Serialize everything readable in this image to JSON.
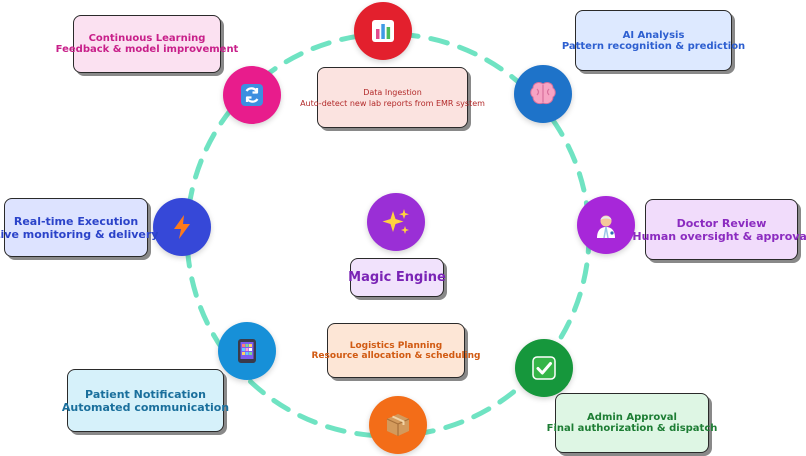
{
  "diagram": {
    "center": {
      "icon": "sparkles-icon",
      "label": "Magic Engine",
      "node_color": "#9a2fd6"
    },
    "ring_color": "#6fe3c2",
    "steps": [
      {
        "id": "ingest",
        "icon": "bar-chart-icon",
        "title": "Data Ingestion",
        "subtitle": "Auto-detect new lab reports from EMR system",
        "node_color": "#e3202d",
        "card_color": "#fbe3e0"
      },
      {
        "id": "ai",
        "icon": "brain-icon",
        "title": "AI Analysis",
        "subtitle": "Pattern recognition & prediction",
        "node_color": "#1e73c9",
        "card_color": "#dde9ff"
      },
      {
        "id": "doctor",
        "icon": "doctor-icon",
        "title": "Doctor Review",
        "subtitle": "Human oversight & approval",
        "node_color": "#a727d9",
        "card_color": "#f1dcfb"
      },
      {
        "id": "admin",
        "icon": "check-box-icon",
        "title": "Admin Approval",
        "subtitle": "Final authorization & dispatch",
        "node_color": "#16973c",
        "card_color": "#def6e4"
      },
      {
        "id": "logistics",
        "icon": "package-icon",
        "title": "Logistics Planning",
        "subtitle": "Resource allocation & scheduling",
        "node_color": "#f36d18",
        "card_color": "#fde6d6"
      },
      {
        "id": "patient",
        "icon": "mobile-phone-icon",
        "title": "Patient Notification",
        "subtitle": "Automated communication",
        "node_color": "#1790d8",
        "card_color": "#d6f1fa"
      },
      {
        "id": "realtime",
        "icon": "lightning-icon",
        "title": "Real-time Execution",
        "subtitle": "Live monitoring & delivery",
        "node_color": "#3648d8",
        "card_color": "#dde3ff"
      },
      {
        "id": "learning",
        "icon": "refresh-icon",
        "title": "Continuous Learning",
        "subtitle": "Feedback & model improvement",
        "node_color": "#e81c8c",
        "card_color": "#fbe1f1"
      }
    ]
  }
}
